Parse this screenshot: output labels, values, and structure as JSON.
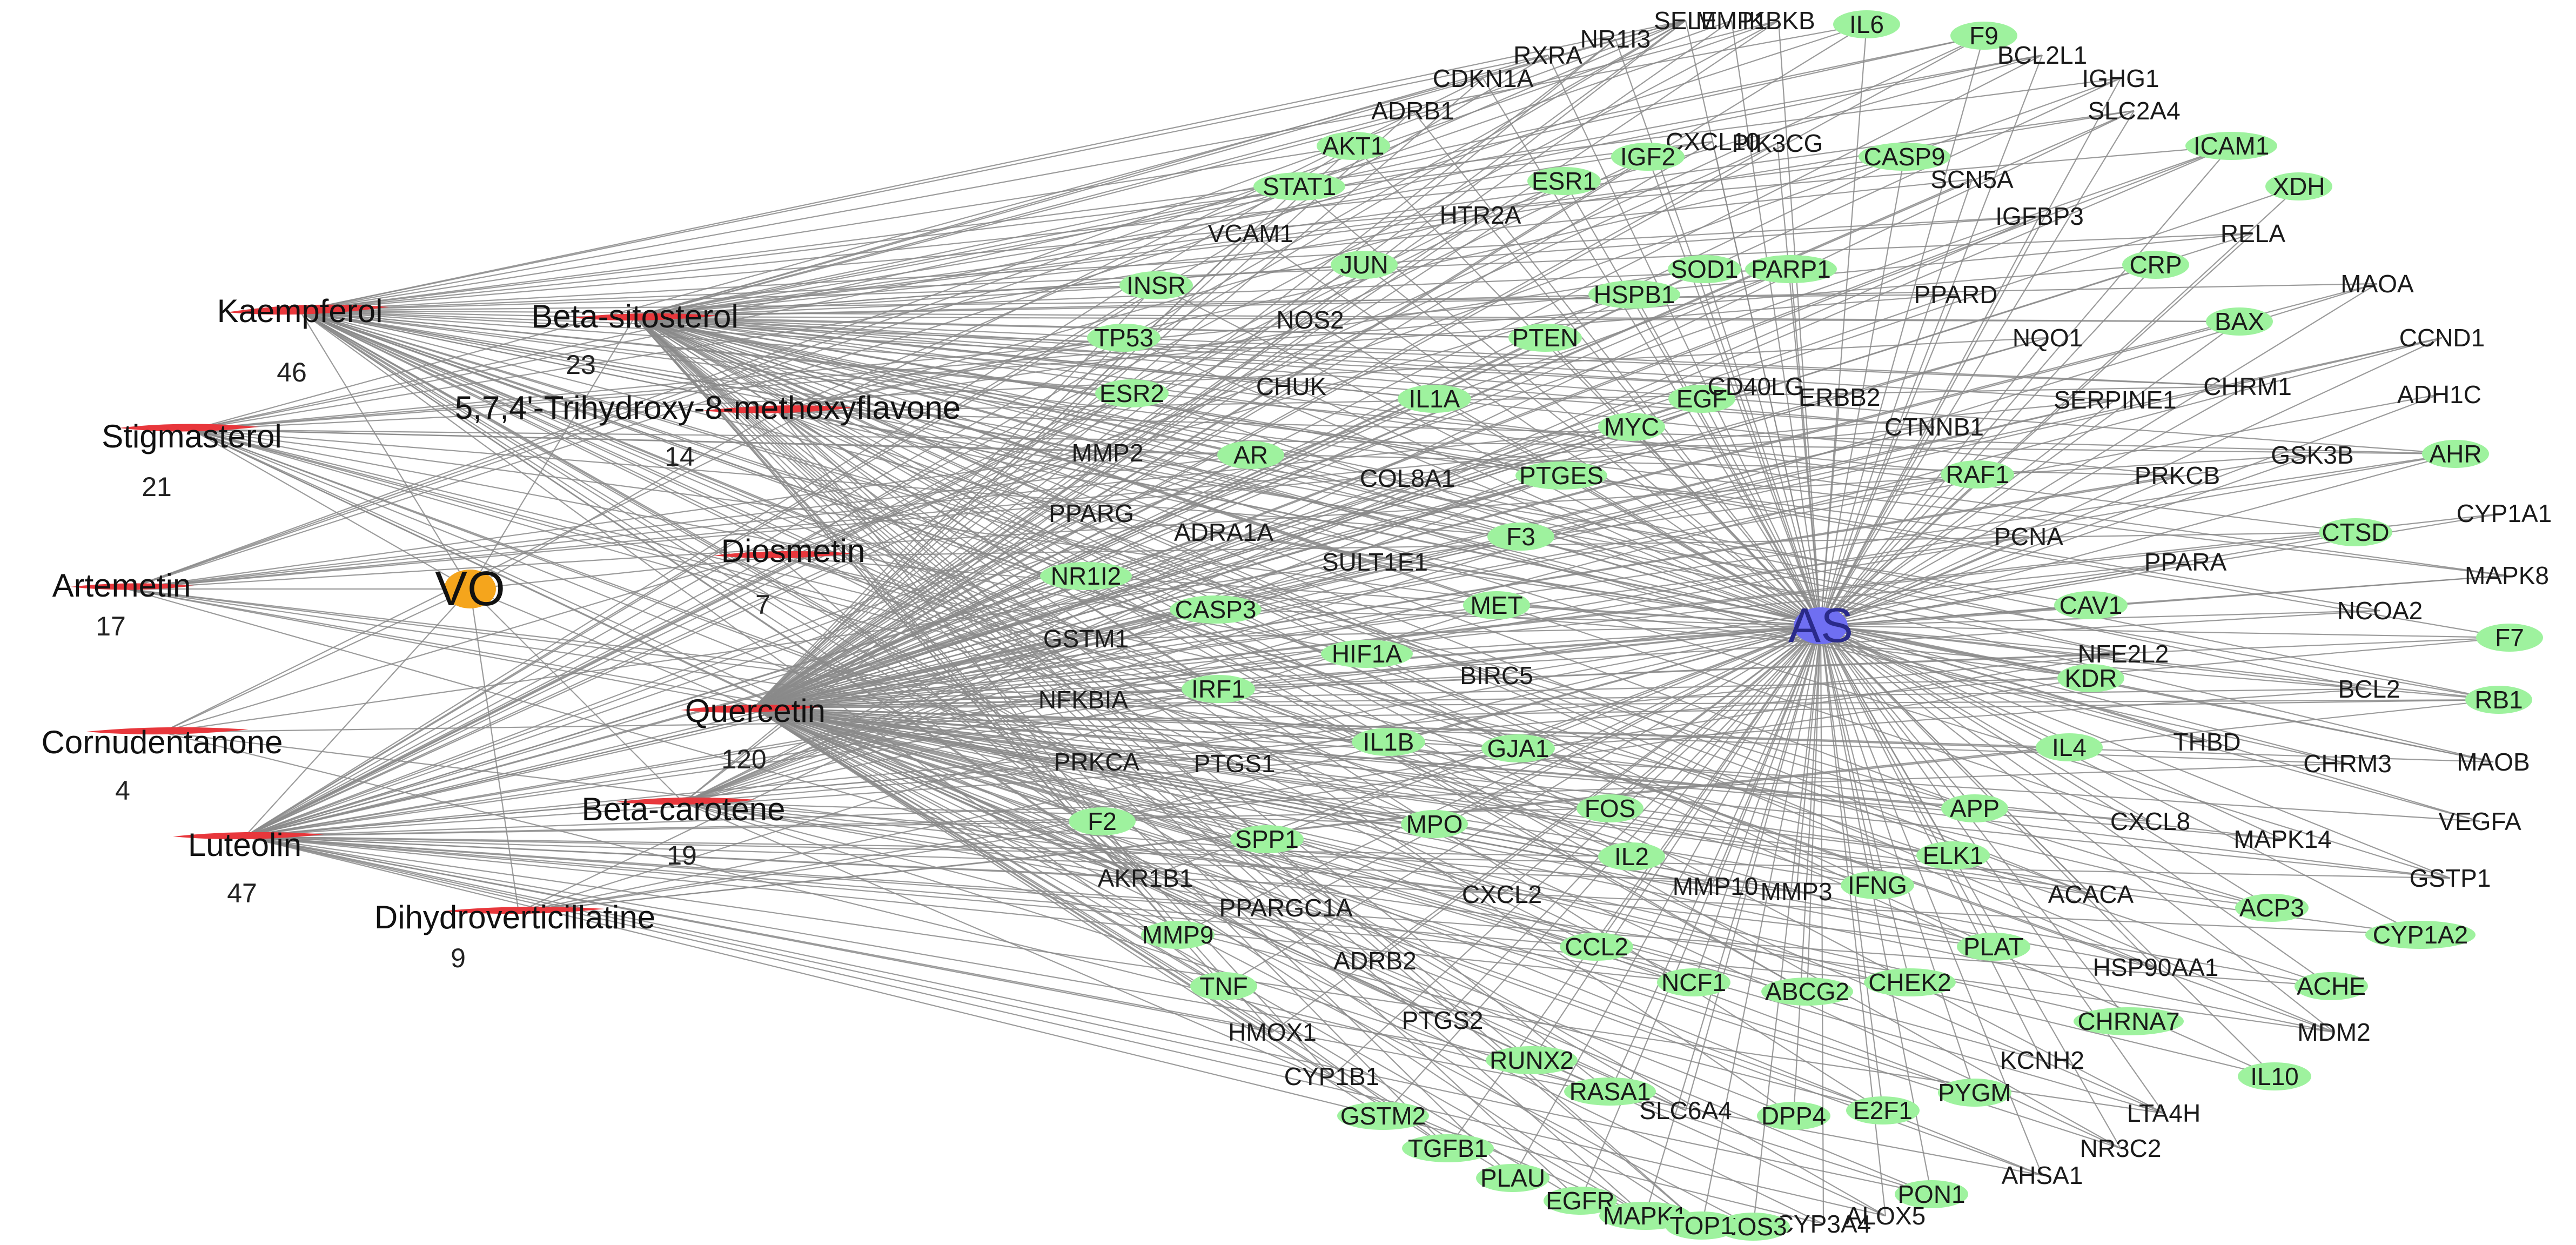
{
  "colors": {
    "edge": "#8a8a8a",
    "target_node": "#9ef29e",
    "compound_node": "#e8373c",
    "herb_node": "#f5a51c",
    "disease_node": "#6f6ff2",
    "label": "#1a1a1a"
  },
  "herb": {
    "label": "VO"
  },
  "disease": {
    "label": "AS"
  },
  "compounds": [
    {
      "id": "kaempferol",
      "label": "Kaempferol",
      "degree": "46"
    },
    {
      "id": "beta-sitosterol",
      "label": "Beta-sitosterol",
      "degree": "23"
    },
    {
      "id": "trihydroxy-methoxyflavone",
      "label": "5,7,4'-Trihydroxy-8-methoxyflavone",
      "degree": "14"
    },
    {
      "id": "stigmasterol",
      "label": "Stigmasterol",
      "degree": "21"
    },
    {
      "id": "diosmetin",
      "label": "Diosmetin",
      "degree": "7"
    },
    {
      "id": "artemetin",
      "label": "Artemetin",
      "degree": "17"
    },
    {
      "id": "quercetin",
      "label": "Quercetin",
      "degree": "120"
    },
    {
      "id": "cornudentanone",
      "label": "Cornudentanone",
      "degree": "4"
    },
    {
      "id": "beta-carotene",
      "label": "Beta-carotene",
      "degree": "19"
    },
    {
      "id": "luteolin",
      "label": "Luteolin",
      "degree": "47"
    },
    {
      "id": "dihydroverticillatine",
      "label": "Dihydroverticillatine",
      "degree": "9"
    }
  ],
  "targets": [
    "SELE",
    "MMP1",
    "IKBKB",
    "IL6",
    "F9",
    "NR1I3",
    "RXRA",
    "CDKN1A",
    "BCL2L1",
    "IGHG1",
    "ADRB1",
    "AKT1",
    "SLC2A4",
    "PIK3CG",
    "CXCL10",
    "IGF2",
    "CASP9",
    "ICAM1",
    "STAT1",
    "ESR1",
    "SCN5A",
    "XDH",
    "IGFBP3",
    "VCAM1",
    "HTR2A",
    "RELA",
    "JUN",
    "SOD1",
    "PARP1",
    "CRP",
    "INSR",
    "NOS2",
    "HSPB1",
    "PPARD",
    "MAOA",
    "TP53",
    "PTEN",
    "NQO1",
    "BAX",
    "CCND1",
    "CHUK",
    "ESR2",
    "IL1A",
    "EGF",
    "CD40LG",
    "ERBB2",
    "CHRM1",
    "ADH1C",
    "SERPINE1",
    "MMP2",
    "AR",
    "MYC",
    "CTNNB1",
    "GSK3B",
    "AHR",
    "COL8A1",
    "PTGES",
    "RAF1",
    "PRKCB",
    "CYP1A1",
    "PPARG",
    "ADRA1A",
    "F3",
    "PCNA",
    "CTSD",
    "NR1I2",
    "SULT1E1",
    "PPARA",
    "MAPK8",
    "CASP3",
    "MET",
    "CAV1",
    "NCOA2",
    "GSTM1",
    "F7",
    "HIF1A",
    "NFE2L2",
    "BIRC5",
    "IRF1",
    "KDR",
    "BCL2",
    "NFKBIA",
    "RB1",
    "IL1B",
    "GJA1",
    "IL4",
    "THBD",
    "PRKCA",
    "PTGS1",
    "CHRM3",
    "MAOB",
    "FOS",
    "APP",
    "F2",
    "CXCL8",
    "MPO",
    "VEGFA",
    "SPP1",
    "IL2",
    "MAPK14",
    "AKR1B1",
    "ELK1",
    "GSTP1",
    "MMP10",
    "IFNG",
    "MMP3",
    "PPARGC1A",
    "CXCL2",
    "ACACA",
    "ACP3",
    "MMP9",
    "CCL2",
    "PLAT",
    "CYP1A2",
    "HSP90AA1",
    "CHEK2",
    "ABCG2",
    "NCF1",
    "TNF",
    "ACHE",
    "ADRB2",
    "CHRNA7",
    "MDM2",
    "KCNH2",
    "HMOX1",
    "PTGS2",
    "RUNX2",
    "IL10",
    "CYP1B1",
    "PYGM",
    "LTA4H",
    "GSTM2",
    "RASA1",
    "SLC6A4",
    "E2F1",
    "DPP4",
    "NR3C2",
    "AHSA1",
    "TGFB1",
    "PON1",
    "PLAU",
    "ALOX5",
    "EGFR",
    "CYP3A4",
    "MAPK1",
    "NOS3",
    "TOP1"
  ]
}
